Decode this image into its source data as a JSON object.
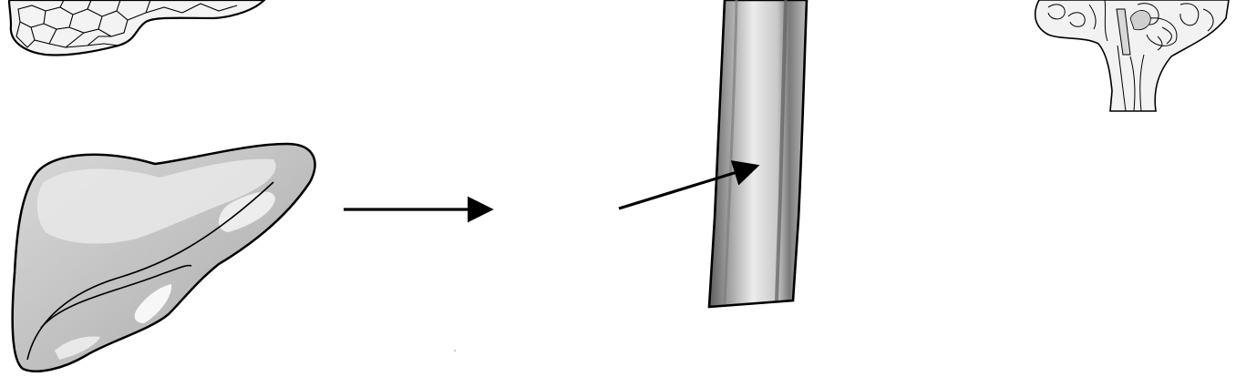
{
  "diagram": {
    "elements": [
      {
        "name": "pancreas-partial",
        "kind": "organ-illustration"
      },
      {
        "name": "liver",
        "kind": "organ-illustration"
      },
      {
        "name": "arrow-liver-to-blank",
        "kind": "arrow"
      },
      {
        "name": "arrow-to-vessel",
        "kind": "arrow"
      },
      {
        "name": "blood-vessel-tube",
        "kind": "vessel-illustration"
      },
      {
        "name": "brain-partial",
        "kind": "organ-illustration"
      }
    ],
    "colors": {
      "outline": "#000000",
      "liver_fill": "#bcbcbc",
      "liver_highlight": "#e6e6e6",
      "vessel_dark": "#6a6a6a",
      "vessel_light": "#e8e8e8",
      "background": "#ffffff"
    }
  }
}
